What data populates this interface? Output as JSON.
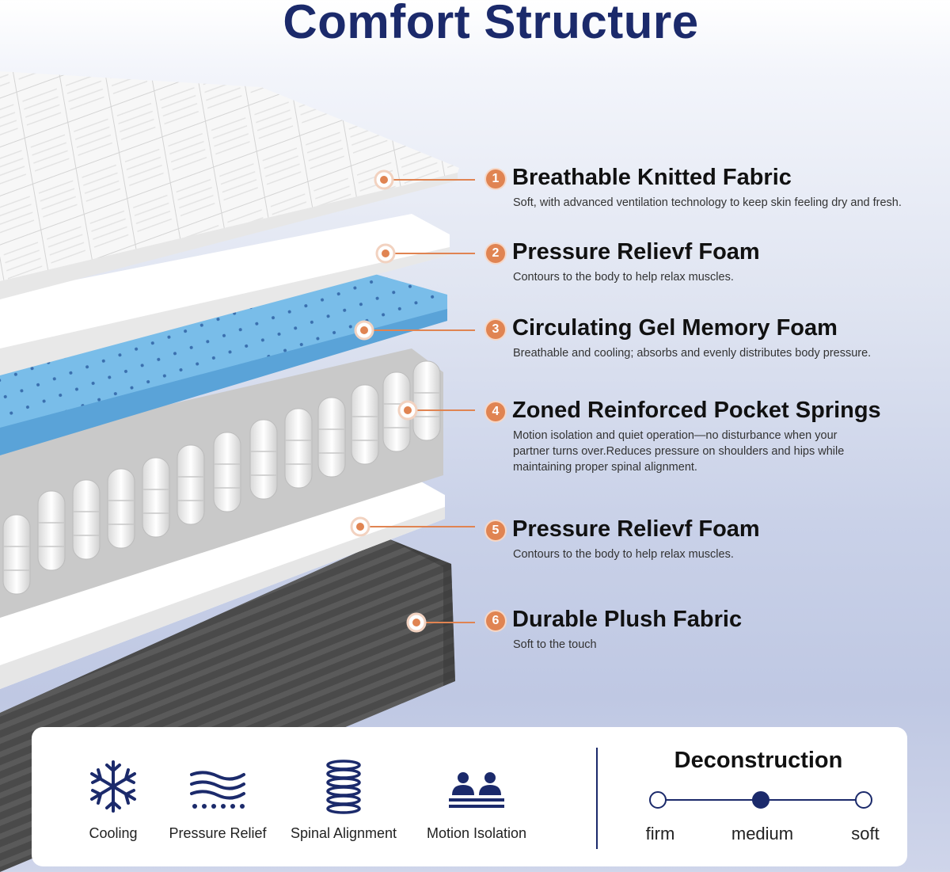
{
  "title": "Comfort Structure",
  "layers": [
    {
      "number": "1",
      "name": "Breathable Knitted Fabric",
      "description": "Soft, with advanced ventilation technology to keep skin feeling dry and fresh."
    },
    {
      "number": "2",
      "name": "Pressure Relievf Foam",
      "description": "Contours to the body to help relax muscles."
    },
    {
      "number": "3",
      "name": "Circulating Gel Memory Foam",
      "description": "Breathable and cooling; absorbs and evenly distributes body pressure."
    },
    {
      "number": "4",
      "name": "Zoned Reinforced Pocket Springs",
      "description": "Motion isolation and quiet operation—no disturbance when your partner turns over.Reduces pressure on shoulders and hips while maintaining proper spinal alignment."
    },
    {
      "number": "5",
      "name": "Pressure Relievf Foam",
      "description": "Contours to the body to help relax muscles."
    },
    {
      "number": "6",
      "name": "Durable Plush Fabric",
      "description": "Soft to the touch"
    }
  ],
  "features": [
    {
      "icon": "snowflake-icon",
      "label": "Cooling"
    },
    {
      "icon": "pressure-waves-icon",
      "label": "Pressure Relief"
    },
    {
      "icon": "coil-spring-icon",
      "label": "Spinal Alignment"
    },
    {
      "icon": "two-people-icon",
      "label": "Motion Isolation"
    }
  ],
  "deconstruction": {
    "title": "Deconstruction",
    "levels": [
      "firm",
      "medium",
      "soft"
    ],
    "selected": "medium"
  },
  "colors": {
    "accent": "#e08452",
    "navy": "#1b2a6b",
    "gel_blue": "#6fb6e6"
  }
}
